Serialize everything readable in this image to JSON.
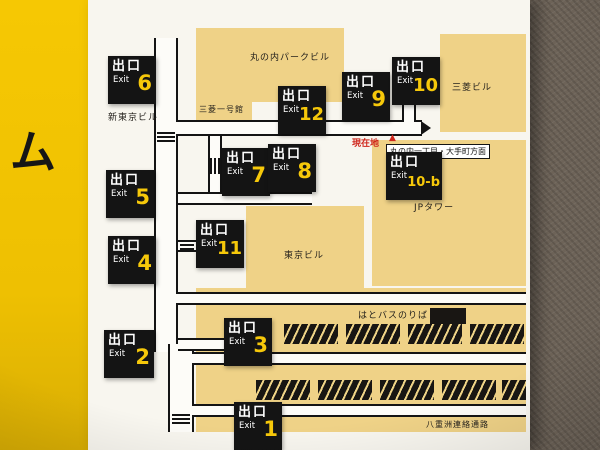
{
  "colors": {
    "sign_yellow": "#f2c400",
    "map_white": "#f8f6ef",
    "building_tan": "#efd287",
    "exit_box_black": "#141414",
    "exit_number_yellow": "#f6c80a",
    "marker_red": "#cf261c",
    "wall_brown": "#6d6358"
  },
  "side_panel": {
    "partial_text": "ム"
  },
  "exits": [
    {
      "jp": "出口",
      "en": "Exit",
      "num": "6"
    },
    {
      "jp": "出口",
      "en": "Exit",
      "num": "12"
    },
    {
      "jp": "出口",
      "en": "Exit",
      "num": "9"
    },
    {
      "jp": "出口",
      "en": "Exit",
      "num": "10"
    },
    {
      "jp": "出口",
      "en": "Exit",
      "num": "7"
    },
    {
      "jp": "出口",
      "en": "Exit",
      "num": "8"
    },
    {
      "jp": "出口",
      "en": "Exit",
      "num": "10-b"
    },
    {
      "jp": "出口",
      "en": "Exit",
      "num": "5"
    },
    {
      "jp": "出口",
      "en": "Exit",
      "num": "11"
    },
    {
      "jp": "出口",
      "en": "Exit",
      "num": "4"
    },
    {
      "jp": "出口",
      "en": "Exit",
      "num": "3"
    },
    {
      "jp": "出口",
      "en": "Exit",
      "num": "2"
    },
    {
      "jp": "出口",
      "en": "Exit",
      "num": "1"
    }
  ],
  "buildings": {
    "marunouchi_park_building": "丸の内パークビル",
    "mitsubishi_ichigokan": "三菱一号館",
    "mitsubishi_building": "三菱ビル",
    "shin_tokyo_building": "新東京ビル",
    "jp_tower": "JPタワー",
    "tokyo_building": "東京ビル",
    "hato_bus_stop": "はとバスのりば",
    "yaesu_passage": "八重洲連絡通路"
  },
  "marker": {
    "current_location": "現在地",
    "direction_sign": "丸の内一丁目・大手町方面"
  }
}
